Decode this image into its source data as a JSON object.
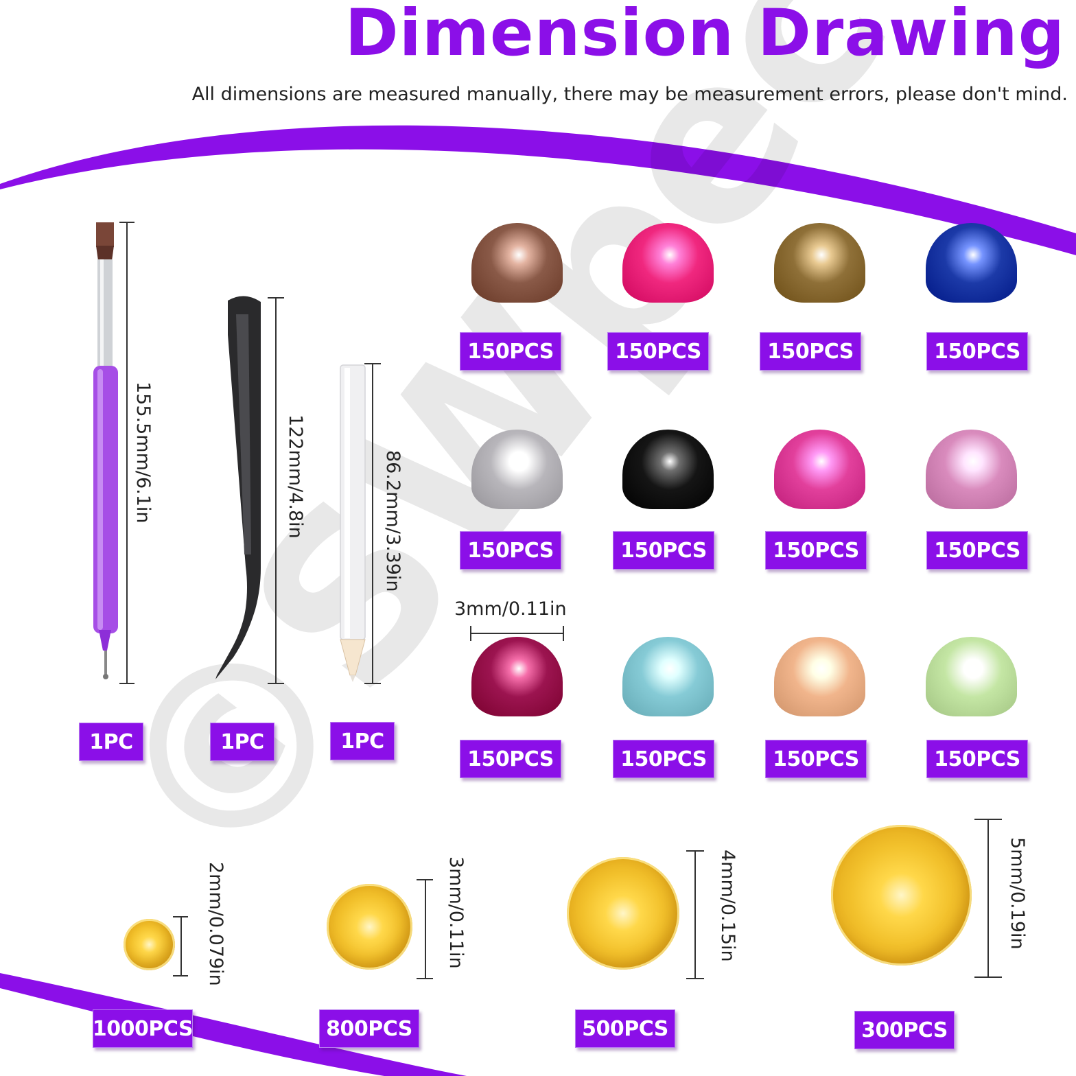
{
  "title": "Dimension Drawing",
  "subtitle": "All dimensions are measured manually, there may be measurement errors, please don't mind.",
  "watermark": "©SWpect",
  "colors": {
    "accent": "#8b0fe8",
    "text": "#222222"
  },
  "tools": [
    {
      "name": "dotting pen brush",
      "dimension": "155.5mm/6.1in",
      "count": "1PC"
    },
    {
      "name": "tweezers",
      "dimension": "122mm/4.8in",
      "count": "1PC"
    },
    {
      "name": "wax pencil",
      "dimension": "86.2mm/3.39in",
      "count": "1PC"
    }
  ],
  "pearl_dimension": "3mm/0.11in",
  "pearls": [
    {
      "color": "#8a5a48",
      "count": "150PCS"
    },
    {
      "color": "#f0287f",
      "count": "150PCS"
    },
    {
      "color": "#8f7038",
      "count": "150PCS"
    },
    {
      "color": "#1c3aa8",
      "count": "150PCS"
    },
    {
      "color": "#b8b6bb",
      "count": "150PCS"
    },
    {
      "color": "#151515",
      "count": "150PCS"
    },
    {
      "color": "#e2409c",
      "count": "150PCS"
    },
    {
      "color": "#d98bbd",
      "count": "150PCS"
    },
    {
      "color": "#9c1450",
      "count": "150PCS"
    },
    {
      "color": "#86cbd6",
      "count": "150PCS"
    },
    {
      "color": "#f1b58c",
      "count": "150PCS"
    },
    {
      "color": "#c4e6a4",
      "count": "150PCS"
    }
  ],
  "rhinestones": [
    {
      "dimension": "2mm/0.079in",
      "count": "1000PCS"
    },
    {
      "dimension": "3mm/0.11in",
      "count": "800PCS"
    },
    {
      "dimension": "4mm/0.15in",
      "count": "500PCS"
    },
    {
      "dimension": "5mm/0.19in",
      "count": "300PCS"
    }
  ]
}
